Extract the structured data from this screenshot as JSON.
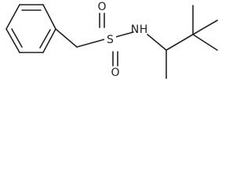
{
  "atoms": {
    "sulfur": "S",
    "oxygen_top": "O",
    "oxygen_bottom": "O",
    "nitrogen": "N",
    "nh_hydrogen": "H"
  }
}
